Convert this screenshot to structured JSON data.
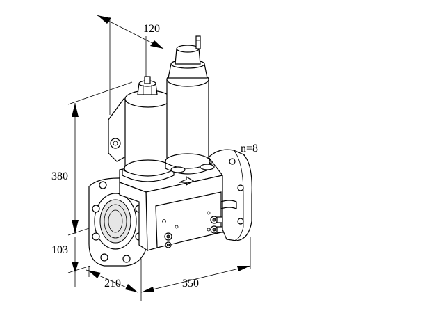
{
  "dimensions": {
    "top_width": "120",
    "height_total": "380",
    "height_lower": "103",
    "flange_depth": "210",
    "length": "350",
    "bolt_count": "n=8"
  }
}
